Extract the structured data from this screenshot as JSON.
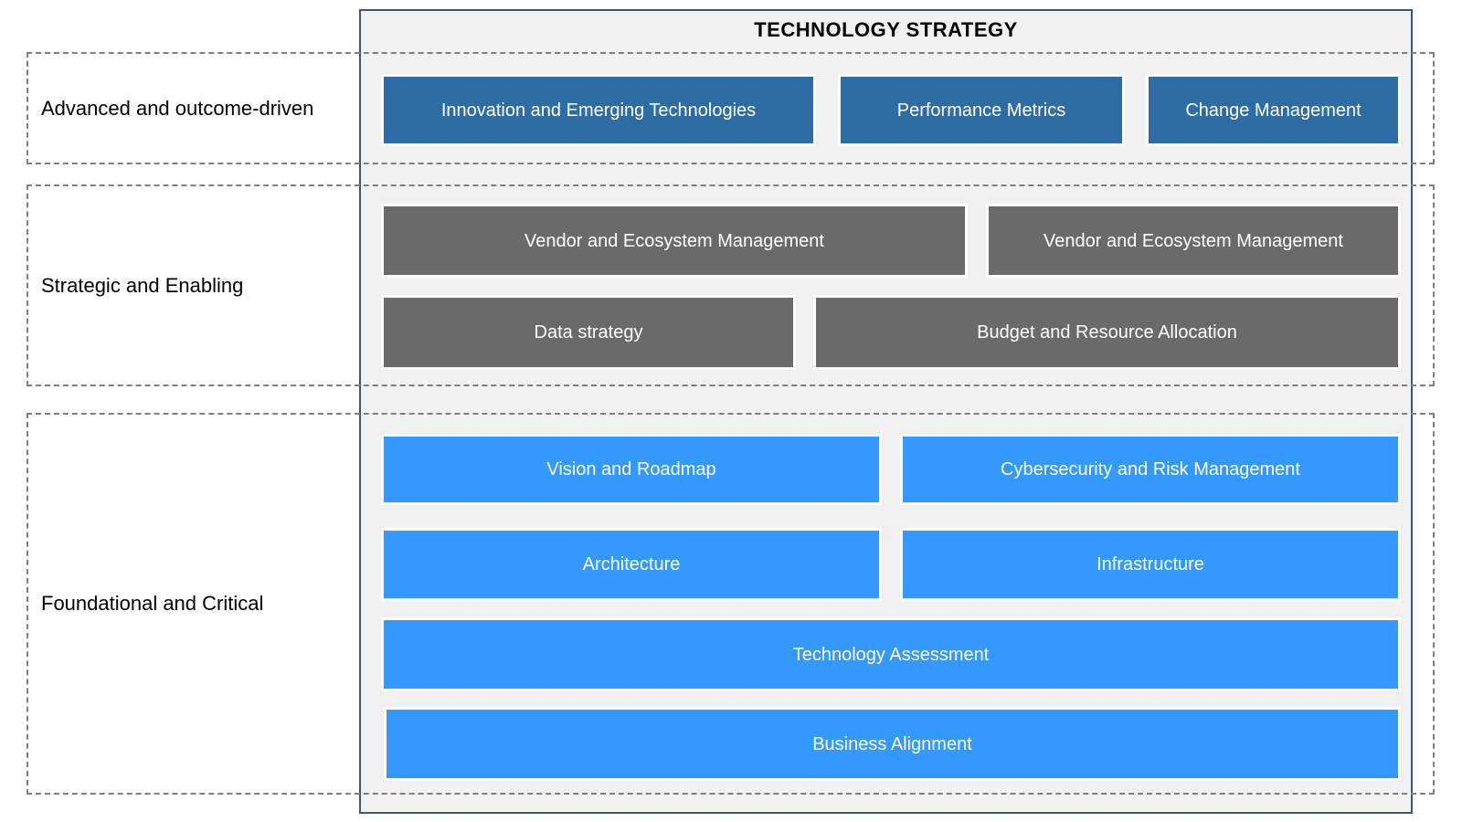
{
  "title": "TECHNOLOGY STRATEGY",
  "colors": {
    "advanced_box": "#2E6DA4",
    "strategic_box": "#6A6A6A",
    "foundational_box": "#3399FF",
    "container_bg": "#F1F1F2",
    "container_border": "#44546A",
    "dashed_border": "#7F7F7F",
    "box_text": "#FFFFFF",
    "label_text": "#000000"
  },
  "tiers": [
    {
      "label": "Advanced and outcome-driven",
      "boxes": [
        {
          "label": "Innovation and Emerging Technologies"
        },
        {
          "label": "Performance Metrics"
        },
        {
          "label": "Change Management"
        }
      ]
    },
    {
      "label": "Strategic and Enabling",
      "boxes": [
        {
          "label": "Vendor and Ecosystem Management"
        },
        {
          "label": "Vendor and Ecosystem Management"
        },
        {
          "label": "Data strategy"
        },
        {
          "label": "Budget and Resource Allocation"
        }
      ]
    },
    {
      "label": "Foundational and Critical",
      "boxes": [
        {
          "label": "Vision and Roadmap"
        },
        {
          "label": "Cybersecurity and Risk Management"
        },
        {
          "label": "Architecture"
        },
        {
          "label": "Infrastructure"
        },
        {
          "label": "Technology Assessment"
        },
        {
          "label": "Business Alignment"
        }
      ]
    }
  ]
}
